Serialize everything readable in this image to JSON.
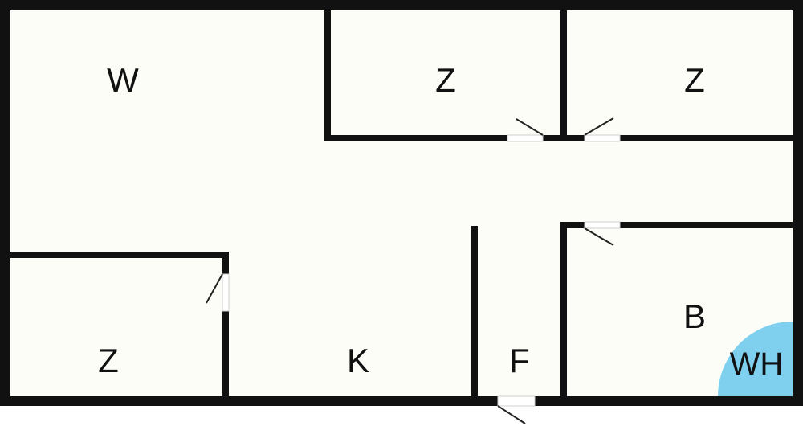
{
  "colors": {
    "floor": "#fdfdf8",
    "wall": "#111111",
    "heater": "#7fd0ee",
    "door_swing": "#222222"
  },
  "rooms": {
    "living_room": {
      "label": "W"
    },
    "bedroom_top_middle": {
      "label": "Z"
    },
    "bedroom_top_right": {
      "label": "Z"
    },
    "bedroom_bottom_left": {
      "label": "Z"
    },
    "kitchen": {
      "label": "K"
    },
    "hallway": {
      "label": "F"
    },
    "bathroom": {
      "label": "B"
    }
  },
  "fixtures": {
    "water_heater": {
      "label": "WH"
    }
  }
}
